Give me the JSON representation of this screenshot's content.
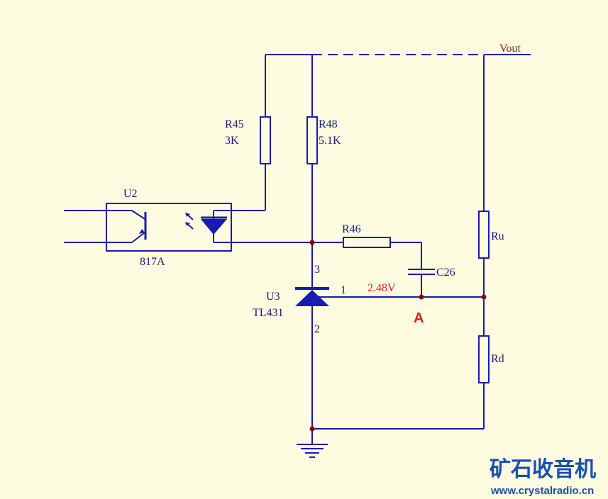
{
  "colors": {
    "background": "#fdfbe0",
    "wire": "#1a1ab0",
    "text": "#1a1a7a",
    "junction": "#8b0000",
    "highlight": "#e11c1c",
    "watermark": "#1a4fb0"
  },
  "labels": {
    "vout": "Vout",
    "r45_ref": "R45",
    "r45_val": "3K",
    "r48_ref": "R48",
    "r48_val": "5.1K",
    "u2_ref": "U2",
    "u2_part": "817A",
    "r46_ref": "R46",
    "c26_ref": "C26",
    "u3_ref": "U3",
    "u3_part": "TL431",
    "pin3": "3",
    "pin1": "1",
    "pin2": "2",
    "voltage": "2.48V",
    "node_a": "A",
    "ru": "Ru",
    "rd": "Rd"
  },
  "watermark": {
    "title": "矿石收音机",
    "url": "www.crystalradio.cn"
  }
}
